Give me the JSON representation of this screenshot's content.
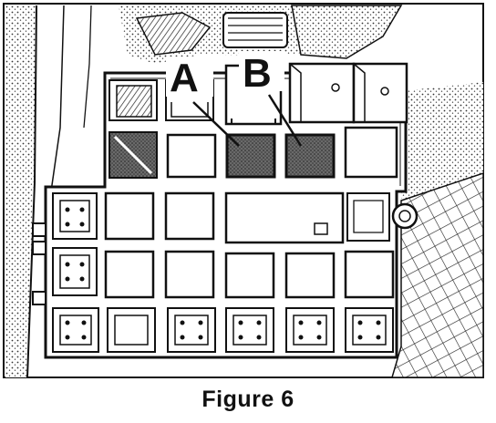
{
  "caption": "Figure 6",
  "callouts": {
    "a": "A",
    "b": "B"
  },
  "colors": {
    "ink": "#111111",
    "paper": "#ffffff",
    "highlight": "#555555",
    "stipple": "#9a9a9a"
  }
}
